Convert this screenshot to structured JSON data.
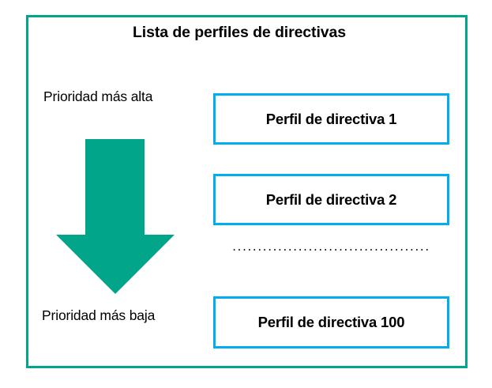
{
  "diagram": {
    "title": "Lista de perfiles de directivas",
    "frame_color": "#00a58a",
    "box_border_color": "#00aeef",
    "arrow_color": "#00a58a",
    "background_color": "#ffffff",
    "priority_labels": {
      "high": "Prioridad más alta",
      "low": "Prioridad más baja"
    },
    "arrow": {
      "direction": "down",
      "meaning": "decreasing-priority"
    },
    "profiles": [
      {
        "label": "Perfil de directiva 1"
      },
      {
        "label": "Perfil de directiva 2"
      },
      {
        "label": "Perfil de directiva 100"
      }
    ],
    "continuation": "......................................."
  }
}
